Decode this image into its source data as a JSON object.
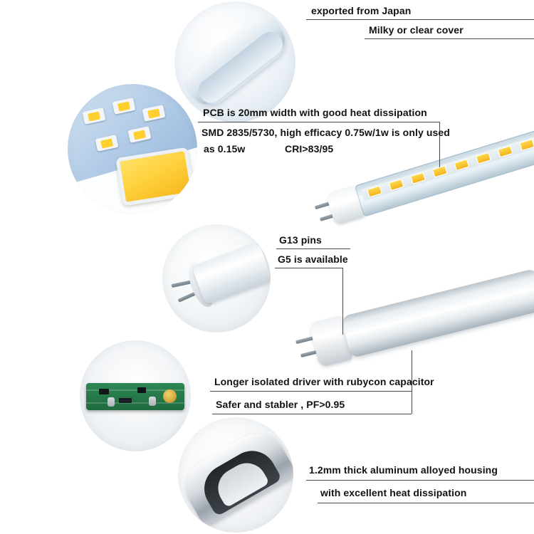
{
  "annotations": {
    "japan": "exported from Japan",
    "cover": "Milky or clear cover",
    "pcb_width": "PCB is 20mm width with good heat dissipation",
    "smd": "SMD 2835/5730, high efficacy 0.75w/1w is only used",
    "smd2": "as 0.15w",
    "cri": "CRI>83/95",
    "g13": "G13 pins",
    "g5": "G5 is available",
    "driver": "Longer isolated driver with rubycon capacitor",
    "safer": "Safer and stabler , PF>0.95",
    "housing": "1.2mm thick aluminum alloyed housing",
    "heat": "with excellent heat dissipation"
  },
  "colors": {
    "led_yellow": "#ffd23f",
    "pcb_green": "#1f6a3e",
    "photo_blue": "#aac6e4",
    "line": "#4a4a4a"
  }
}
